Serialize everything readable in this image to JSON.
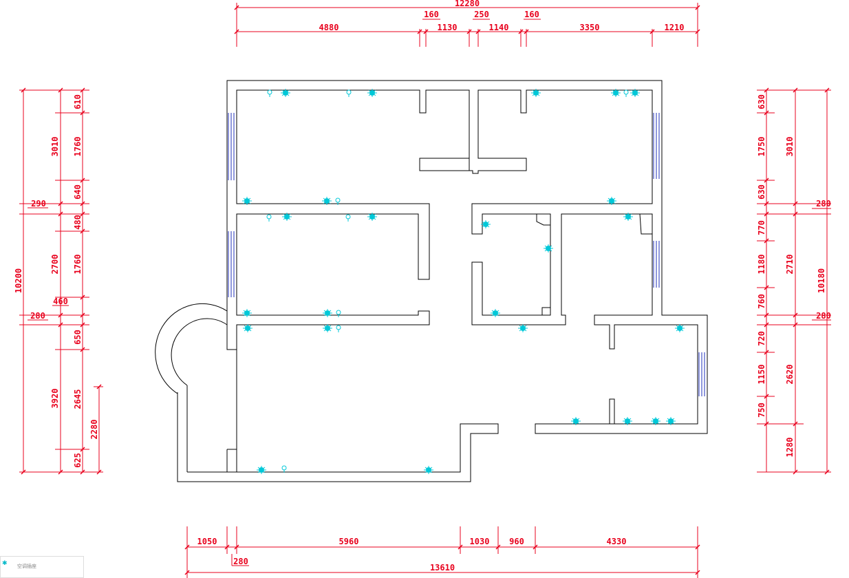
{
  "colors": {
    "dimension": "#e8001c",
    "wall": "#000000",
    "window": "#1f2fb8",
    "fixture": "#00c8d8",
    "background": "#ffffff"
  },
  "top_dims": {
    "overall": "12280",
    "row1": [
      "160",
      "250",
      "160"
    ],
    "row2": [
      "4880",
      "1130",
      "1140",
      "3350",
      "1210"
    ]
  },
  "bottom_dims": {
    "row1": [
      "1050",
      "5960",
      "1030",
      "960",
      "4330"
    ],
    "small": "280",
    "overall": "13610"
  },
  "left_dims": {
    "overall": "10200",
    "mid": [
      "3010",
      "290",
      "2700",
      "460",
      "280",
      "3920"
    ],
    "inner": [
      "610",
      "1760",
      "640",
      "480",
      "1760",
      "650",
      "2645",
      "625"
    ],
    "outer": "2280"
  },
  "right_dims": {
    "inner": [
      "630",
      "1750",
      "630",
      "770",
      "1180",
      "760",
      "720",
      "1150",
      "750"
    ],
    "mid": [
      "3010",
      "2710",
      "2620",
      "1280"
    ],
    "overall": "10180",
    "small": [
      "280",
      "280"
    ]
  },
  "legend": {
    "icon": "fixture-icon",
    "label": "空调插座"
  }
}
